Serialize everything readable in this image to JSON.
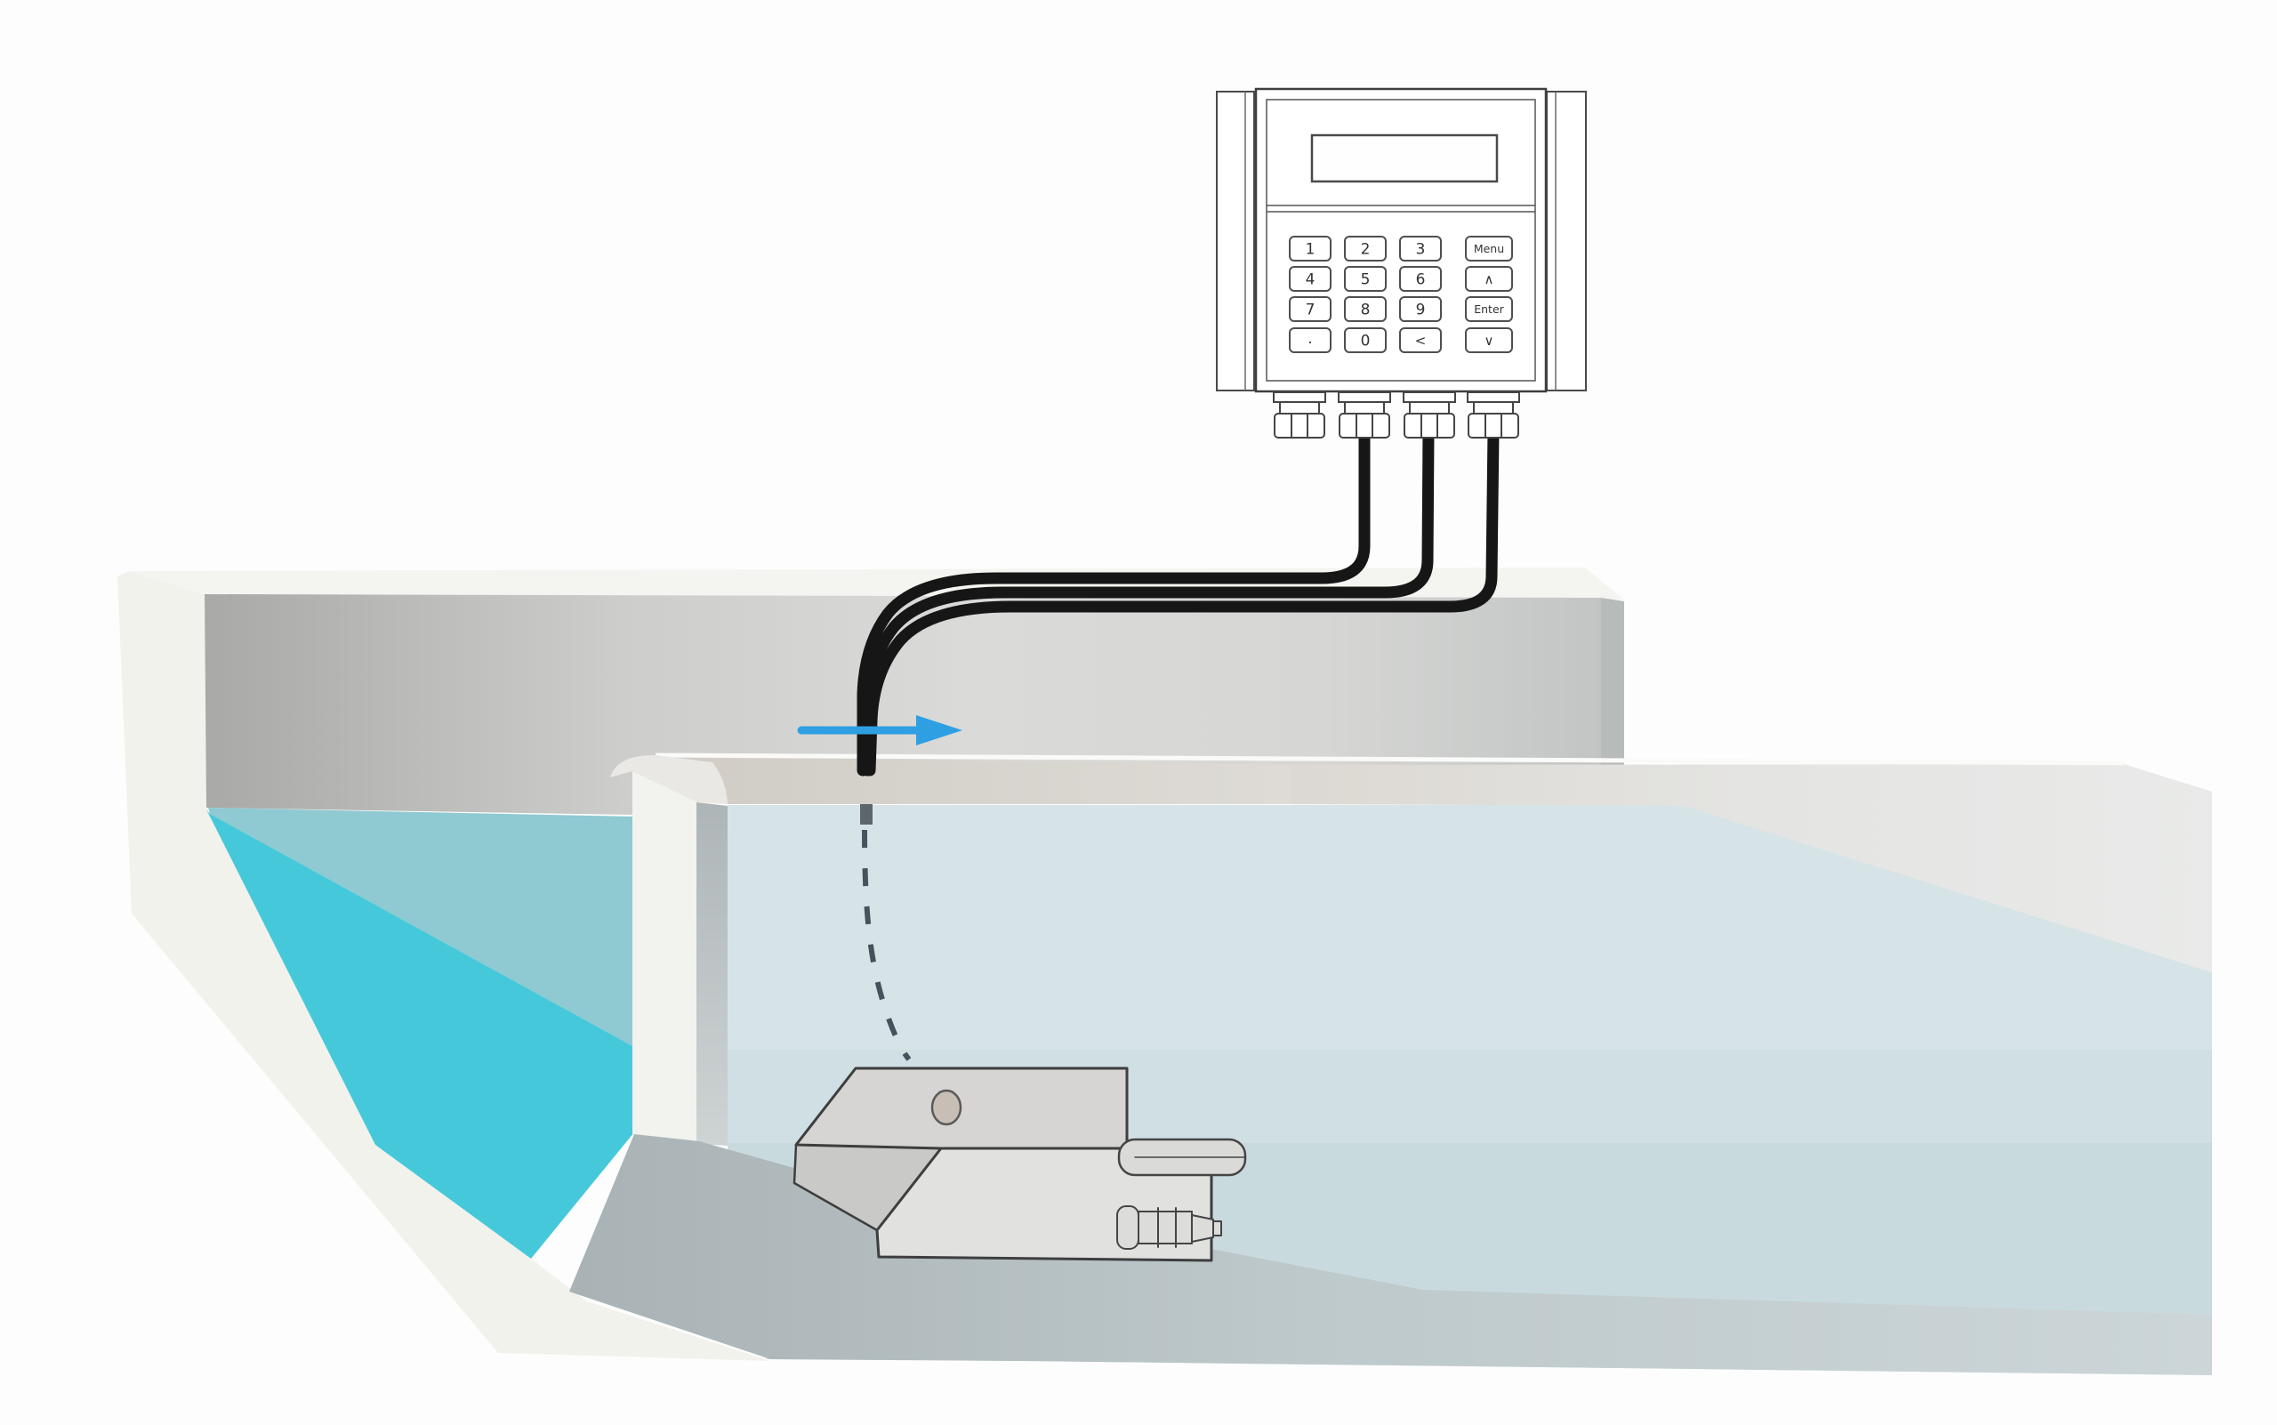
{
  "title": "Open channel ultrasonic flowmeter installation cutaway diagram",
  "colors": {
    "background": "#fdfdfd",
    "water_bright": "#45c9da",
    "water_shaded": "#8fc9d2",
    "water_face_top": "#d6e4e7",
    "water_face_mid": "#cfdfe3",
    "water_face_low": "#c9dade",
    "wall_top_strip": "#f4f4f1",
    "wall_end_face": "#b7bbba",
    "structure_white": "#f2f2ed",
    "pillar_white": "#f2f2ee",
    "pillar_cap": "#e9e8e4",
    "cable": "#161616",
    "cable_stub": "#5d676b",
    "dashed_cable": "#46525c",
    "flow_arrow": "#2e9fe2",
    "sensor_top": "#d6d5d3",
    "sensor_front": "#e1e1df",
    "sensor_facet": "#c9c9c7",
    "sensor_hole": "#c7beb6",
    "sensor_outline": "#3e3e3e",
    "device_fill": "#ffffff",
    "device_outline": "#4a4a4a"
  },
  "device": {
    "name": "flow converter unit",
    "display": {
      "value": ""
    },
    "keypad": {
      "keys": [
        {
          "label": "1"
        },
        {
          "label": "2"
        },
        {
          "label": "3"
        },
        {
          "label": "Menu"
        },
        {
          "label": "4"
        },
        {
          "label": "5"
        },
        {
          "label": "6"
        },
        {
          "label": "∧"
        },
        {
          "label": "7"
        },
        {
          "label": "8"
        },
        {
          "label": "9"
        },
        {
          "label": "Enter"
        },
        {
          "label": "."
        },
        {
          "label": "0"
        },
        {
          "label": "<"
        },
        {
          "label": "∨"
        }
      ]
    },
    "cable_glands": 4,
    "cables_connected": 3
  },
  "flow": {
    "direction": "right"
  },
  "sensor": {
    "name": "submerged wedge ultrasonic sensor",
    "location": "channel bottom"
  }
}
